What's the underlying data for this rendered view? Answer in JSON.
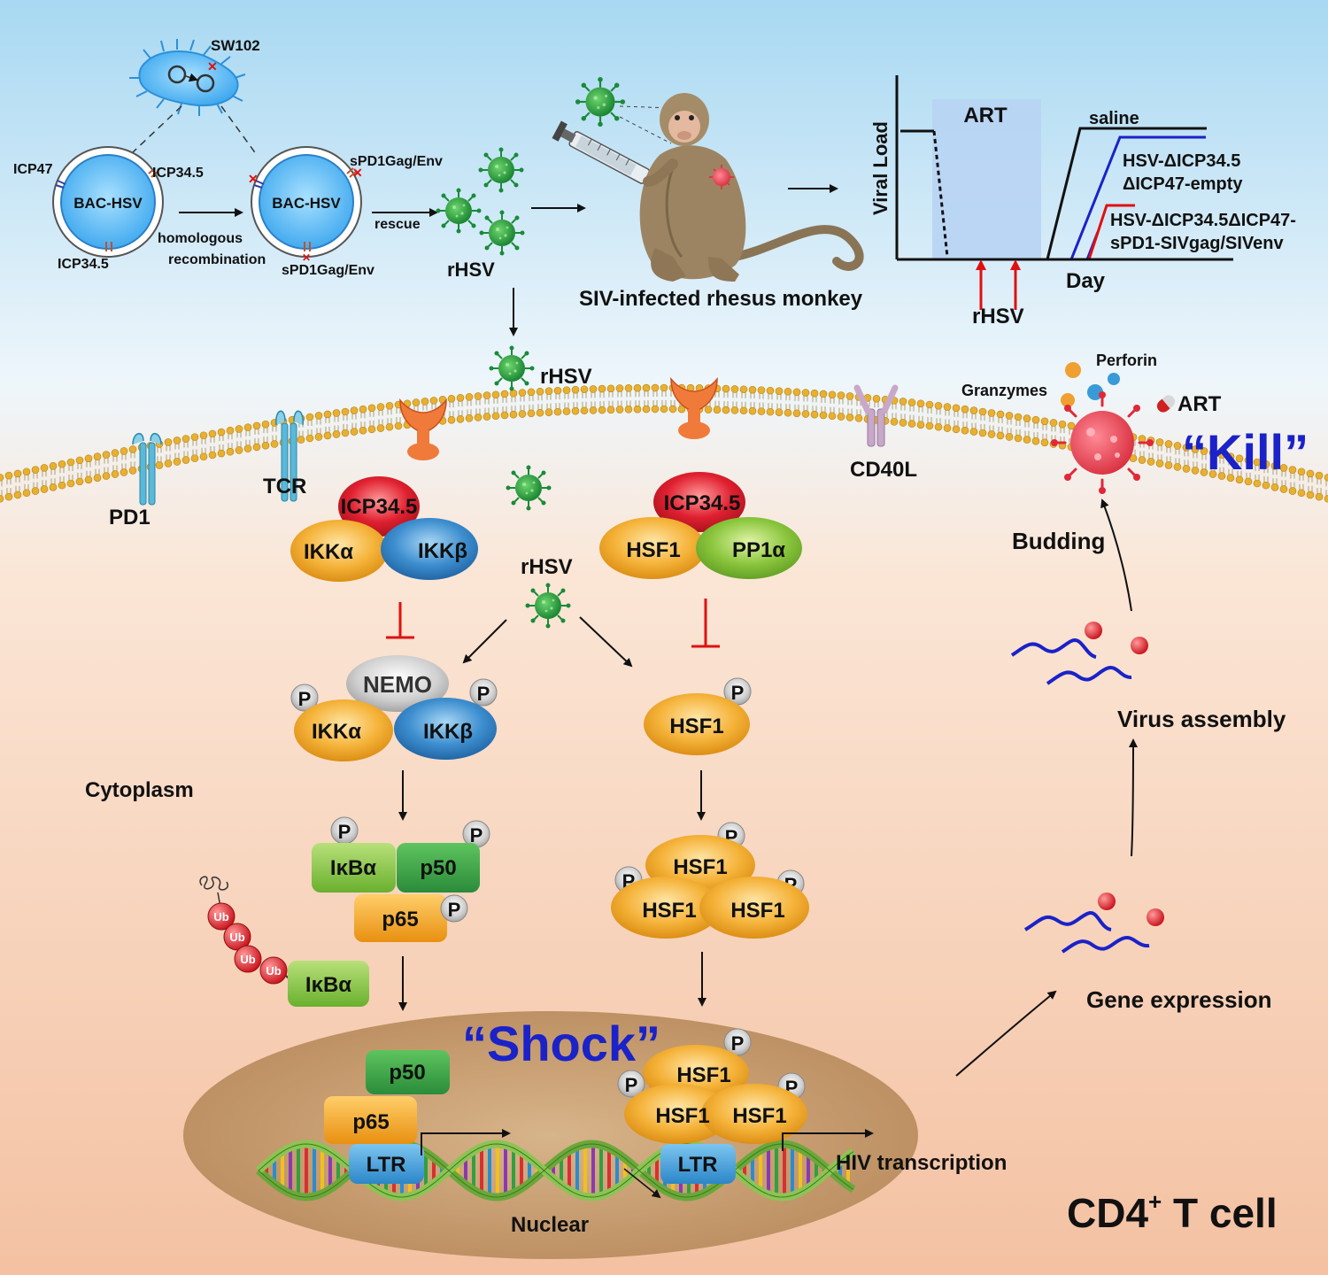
{
  "top": {
    "bacteria": "SW102",
    "bac_left": "BAC-HSV",
    "bac_right": "BAC-HSV",
    "icp47": "ICP47",
    "icp345_top": "ICP34.5",
    "icp345_bottom": "ICP34.5",
    "spd1_top": "sPD1Gag/Env",
    "spd1_bottom": "sPD1Gag/Env",
    "homologous": "homologous",
    "recombination": "recombination",
    "rescue": "rescue",
    "rhsv": "rHSV",
    "monkey_caption": "SIV-infected rhesus monkey"
  },
  "chart": {
    "ylabel": "Viral Load",
    "xlabel": "Day",
    "art_label": "ART",
    "saline": "saline",
    "empty_1": "HSV-ΔICP34.5",
    "empty_2": "ΔICP47-empty",
    "sv_1": "HSV-ΔICP34.5ΔICP47-",
    "sv_2": "sPD1-SIVgag/SIVenv",
    "arrow_label": "rHSV"
  },
  "membrane": {
    "rhsv_entry": "rHSV",
    "pd1": "PD1",
    "tcr": "TCR",
    "cd40l": "CD40L",
    "perforin": "Perforin",
    "granzymes": "Granzymes",
    "art": "ART",
    "kill": "“Kill”"
  },
  "nfkb_path": {
    "icp": "ICP34.5",
    "ikka": "IKKα",
    "ikkb": "IKKβ",
    "nemo": "NEMO",
    "p": "P",
    "ikba": "IκBα",
    "p50": "p50",
    "p65": "p65",
    "ub": "Ub",
    "cytoplasm": "Cytoplasm"
  },
  "hsf_path": {
    "icp": "ICP34.5",
    "hsf1": "HSF1",
    "pp1a": "PP1α",
    "rhsv": "rHSV",
    "p": "P"
  },
  "nucleus": {
    "shock": "“Shock”",
    "ltr": "LTR",
    "hiv_transcription": "HIV transcription",
    "nuclear": "Nuclear",
    "cell": "CD4",
    "cell_sup": "+",
    "cell_tail": " T cell"
  },
  "lifecycle": {
    "budding": "Budding",
    "assembly": "Virus assembly",
    "expression": "Gene expression"
  }
}
